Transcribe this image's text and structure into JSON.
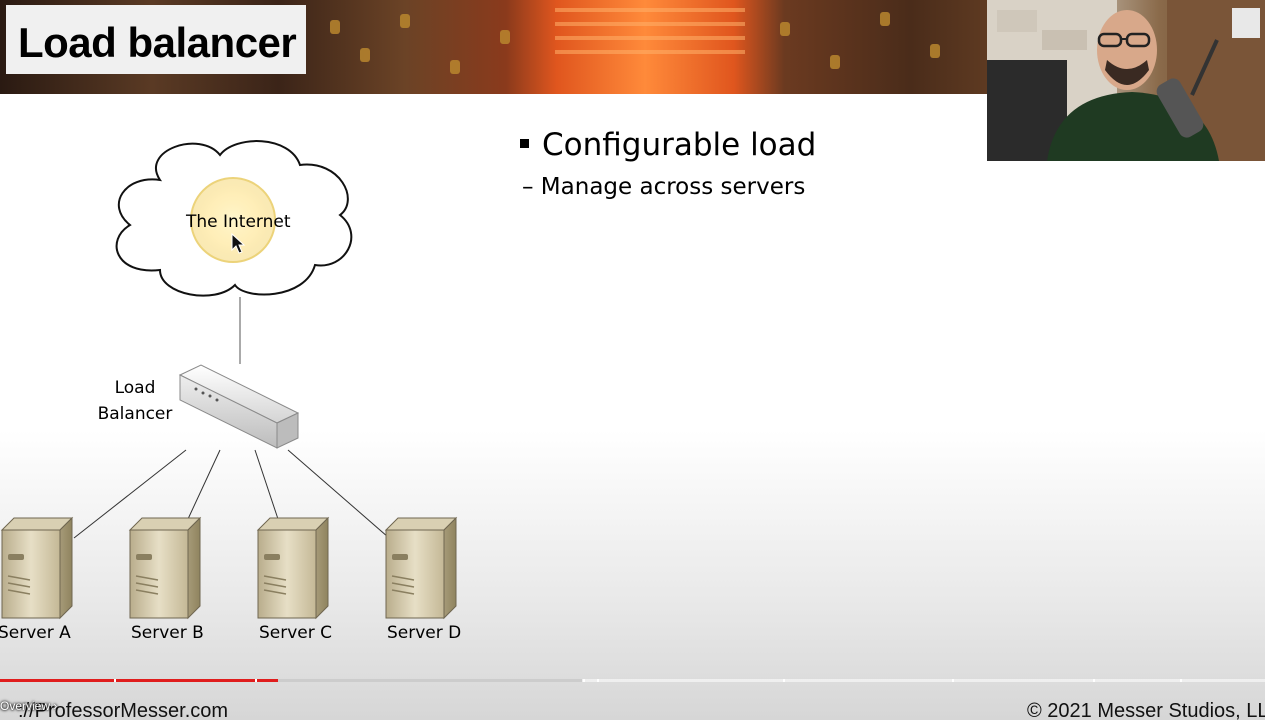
{
  "slide": {
    "title": "Load balancer",
    "bullet_main": "Configurable load",
    "bullet_sub": "– Manage across servers"
  },
  "diagram": {
    "cloud_label": "The Internet",
    "balancer_label_line1": "Load",
    "balancer_label_line2": "Balancer",
    "servers": [
      "Server A",
      "Server B",
      "Server C",
      "Server D"
    ]
  },
  "footer": {
    "url": "://ProfessorMesser.com",
    "copyright": "© 2021 Messer Studios, LL"
  },
  "player": {
    "chapter_label": "Overview",
    "chapter_chevron": "chevron-right-icon",
    "progress_played_fraction": 0.22,
    "progress_buffered_fraction": 0.46,
    "accent_color": "#e01d1d"
  }
}
